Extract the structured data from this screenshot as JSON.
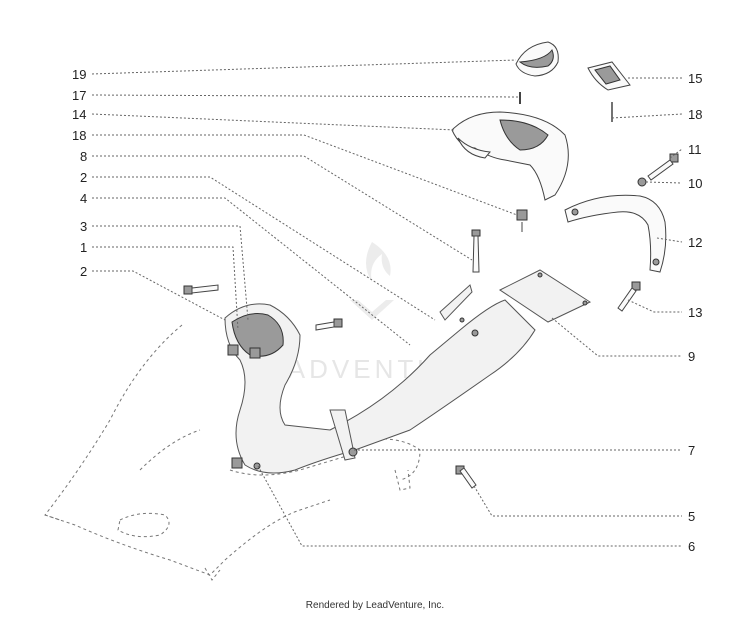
{
  "callouts": {
    "c19a": "19",
    "c17": "17",
    "c14": "14",
    "c18a": "18",
    "c8": "8",
    "c2a": "2",
    "c4": "4",
    "c3": "3",
    "c1": "1",
    "c2b": "2",
    "c15": "15",
    "c18b": "18",
    "c11": "11",
    "c10": "10",
    "c12": "12",
    "c13": "13",
    "c9": "9",
    "c7": "7",
    "c5": "5",
    "c6": "6"
  },
  "watermark": "LEADVENTURE",
  "footer": "Rendered by LeadVenture, Inc."
}
